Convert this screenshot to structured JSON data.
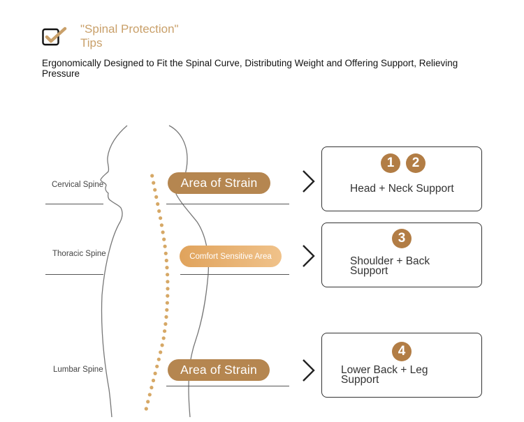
{
  "header": {
    "title": "\"Spinal Protection\"\nTips",
    "subtitle": "Ergonomically Designed to Fit the Spinal Curve, Distributing Weight and Offering Support, Relieving Pressure",
    "check_icon": "checkbox-check-icon"
  },
  "spine_regions": [
    {
      "label": "Cervical Spine"
    },
    {
      "label": "Thoracic Spine"
    },
    {
      "label": "Lumbar Spine"
    }
  ],
  "areas": [
    {
      "label": "Area of Strain",
      "type": "strain"
    },
    {
      "label": "Comfort Sensitive Area",
      "type": "comfort"
    },
    {
      "label": "Area of Strain",
      "type": "strain"
    }
  ],
  "cards": [
    {
      "badges": [
        "1",
        "2"
      ],
      "text": "Head + Neck Support"
    },
    {
      "badges": [
        "3"
      ],
      "text": "Shoulder + Back\nSupport"
    },
    {
      "badges": [
        "4"
      ],
      "text": "Lower Back + Leg\nSupport"
    }
  ],
  "colors": {
    "accent": "#b58650",
    "title": "#c9a06a",
    "comfort_start": "#e0a35c",
    "comfort_end": "#f0c28a",
    "badge": "#b27d45",
    "spine_dots": "#d6a866"
  }
}
